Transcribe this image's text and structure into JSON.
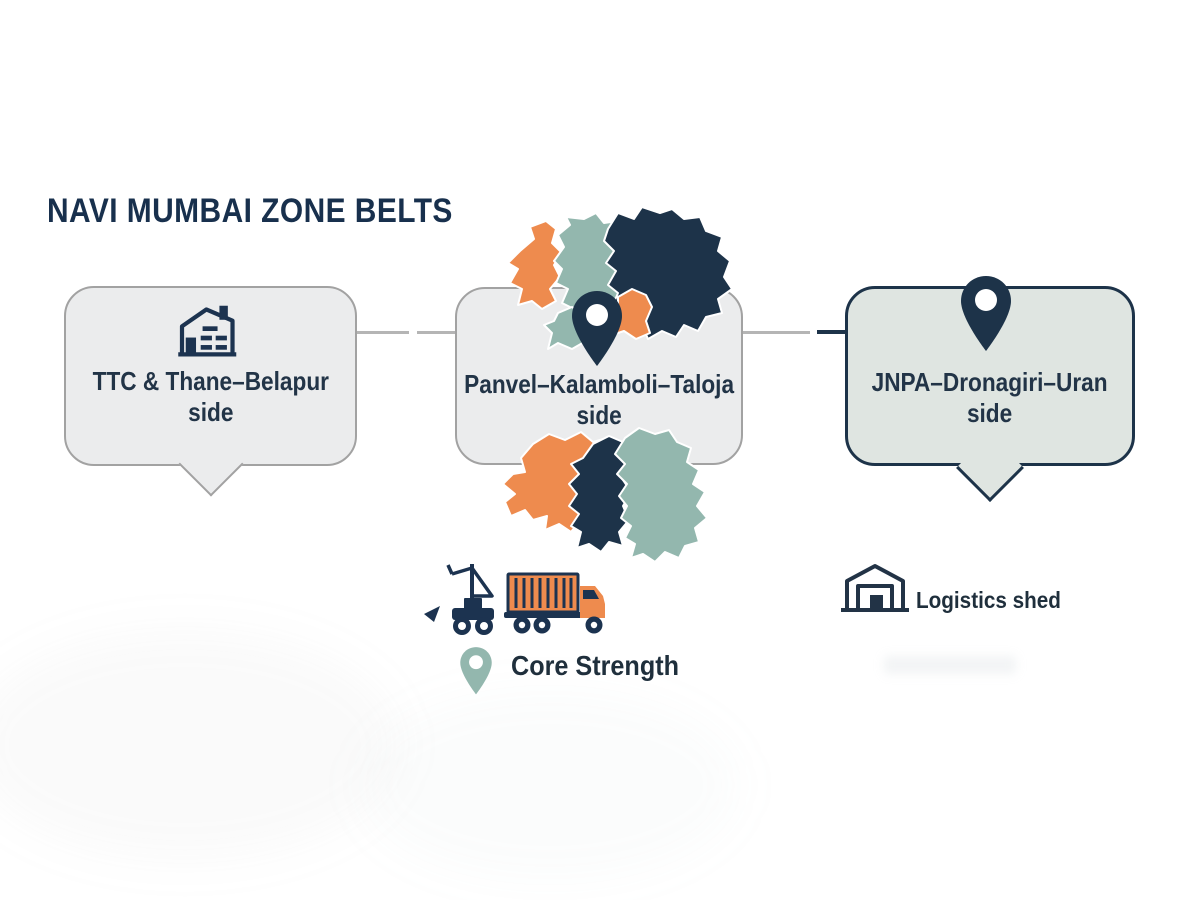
{
  "title": "NAVI MUMBAI ZONE BELTS",
  "belts": [
    {
      "label_line1": "TTC & Thane–Belapur",
      "label_line2": "side",
      "icon": "factory-icon"
    },
    {
      "label_line1": "Panvel–Kalamboli–Taloja",
      "label_line2": "side",
      "icon": "map-pin-icon"
    },
    {
      "label_line1": "JNPA–Dronagiri–Uran",
      "label_line2": "side",
      "icon": "map-pin-icon"
    }
  ],
  "legend": {
    "core_strength": "Core Strength",
    "logistics_shed": "Logistics shed"
  },
  "colors": {
    "navy": "#1d3349",
    "orange": "#ee8b4e",
    "teal": "#93b7ae",
    "bubble_gray": "#ebeced",
    "bubble_gray_border": "#a2a2a2",
    "bubble_sage": "#dfe5e1",
    "connector_gray": "#b5b5b5",
    "background": "#ffffff"
  }
}
